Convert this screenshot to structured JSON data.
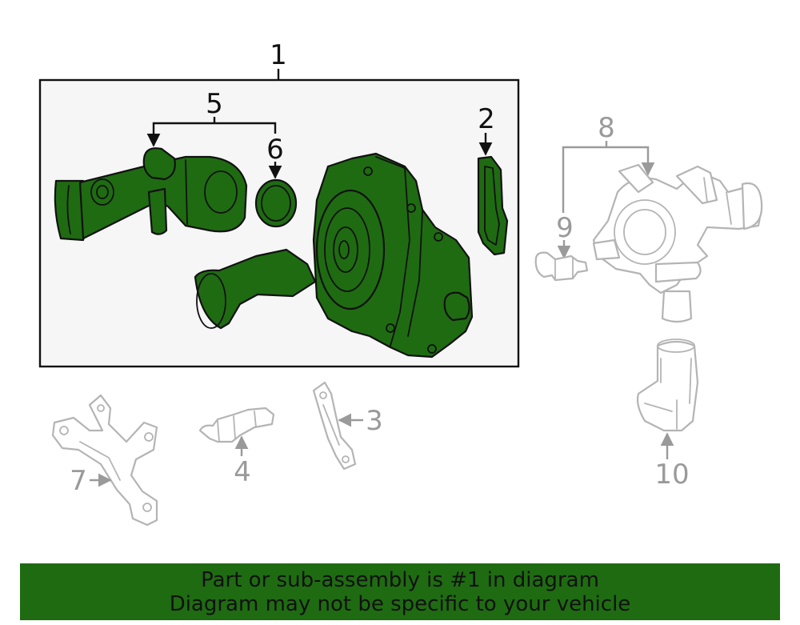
{
  "callouts": {
    "assembly": "1",
    "gasket": "2",
    "bracket_small": "3",
    "stud": "4",
    "pipe": "5",
    "seal": "6",
    "bracket_large": "7",
    "thermostat": "8",
    "sensor": "9",
    "hose": "10"
  },
  "banner": {
    "line1": "Part or sub-assembly is #1 in diagram",
    "line2": "Diagram may not be specific to your vehicle"
  },
  "colors": {
    "highlight": "#1f6b12",
    "unselected": "#b4b4b4",
    "outline": "#111111",
    "box_fill": "#f6f6f6"
  }
}
